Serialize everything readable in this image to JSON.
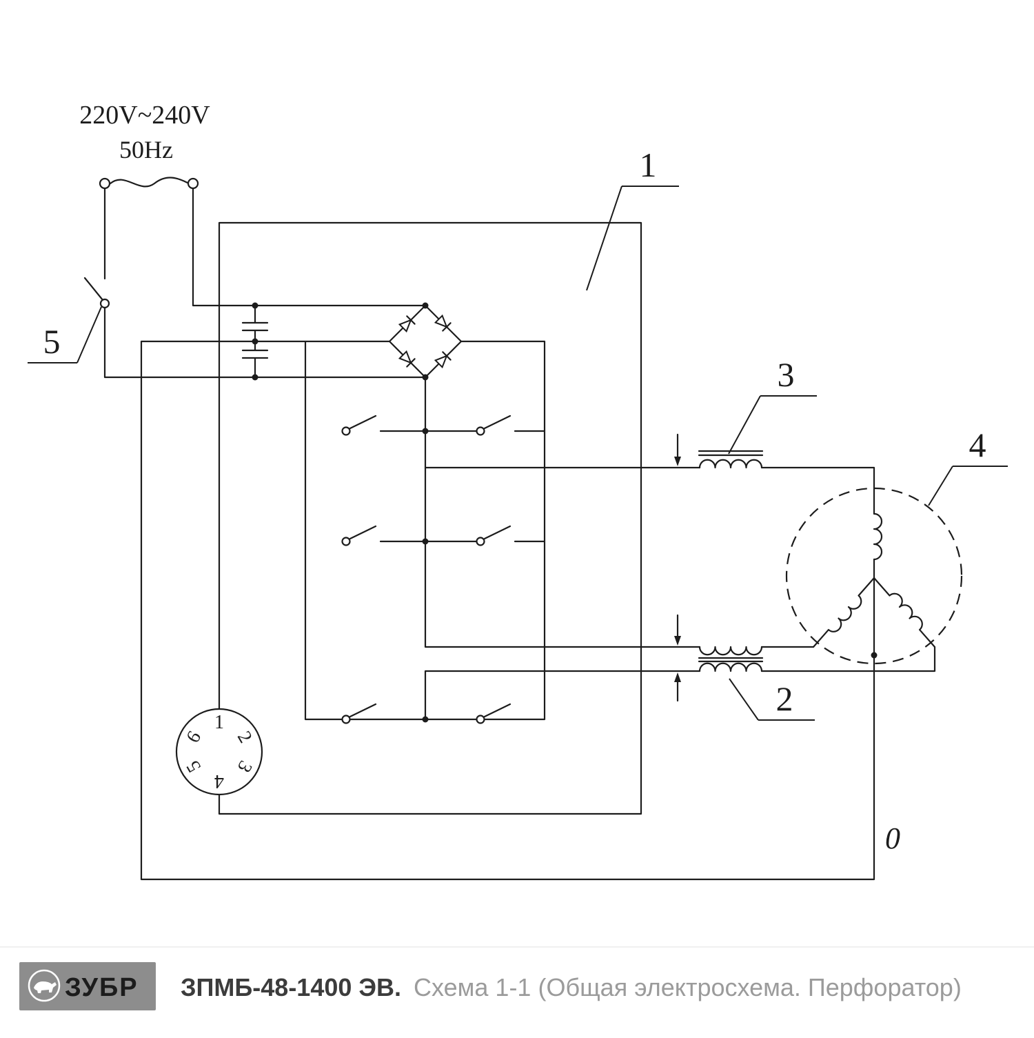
{
  "diagram": {
    "power": {
      "voltage": "220V~240V",
      "frequency": "50Hz"
    },
    "callouts": {
      "c1": "1",
      "c2": "2",
      "c3": "3",
      "c4": "4",
      "c5": "5"
    },
    "connector_pins": [
      "1",
      "2",
      "3",
      "4",
      "5",
      "6"
    ],
    "neutral_label": "0"
  },
  "footer": {
    "brand": "ЗУБР",
    "model": "ЗПМБ-48-1400 ЭВ.",
    "description": "Схема 1-1 (Общая электросхема. Перфоратор)"
  },
  "colors": {
    "line": "#1c1c1c",
    "logo_bg": "#8d8d8d",
    "model_text": "#3c3c3c",
    "description_text": "#9b9b9b"
  }
}
